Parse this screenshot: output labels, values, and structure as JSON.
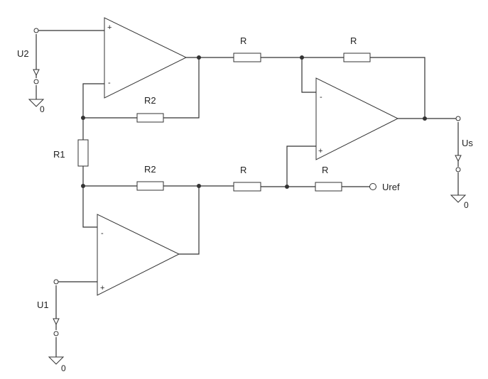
{
  "labels": {
    "u2": "U2",
    "u1": "U1",
    "us": "Us",
    "uref": "Uref",
    "r1": "R1",
    "r2_top": "R2",
    "r2_bottom": "R2",
    "r_top_left": "R",
    "r_top_right": "R",
    "r_mid_left": "R",
    "r_mid_right": "R"
  },
  "ground": {
    "u2_gnd": "0",
    "u1_gnd": "0",
    "us_gnd": "0"
  },
  "pins": {
    "plus": "+",
    "minus": "-"
  },
  "colors": {
    "wire": "#333333",
    "background": "#ffffff"
  }
}
